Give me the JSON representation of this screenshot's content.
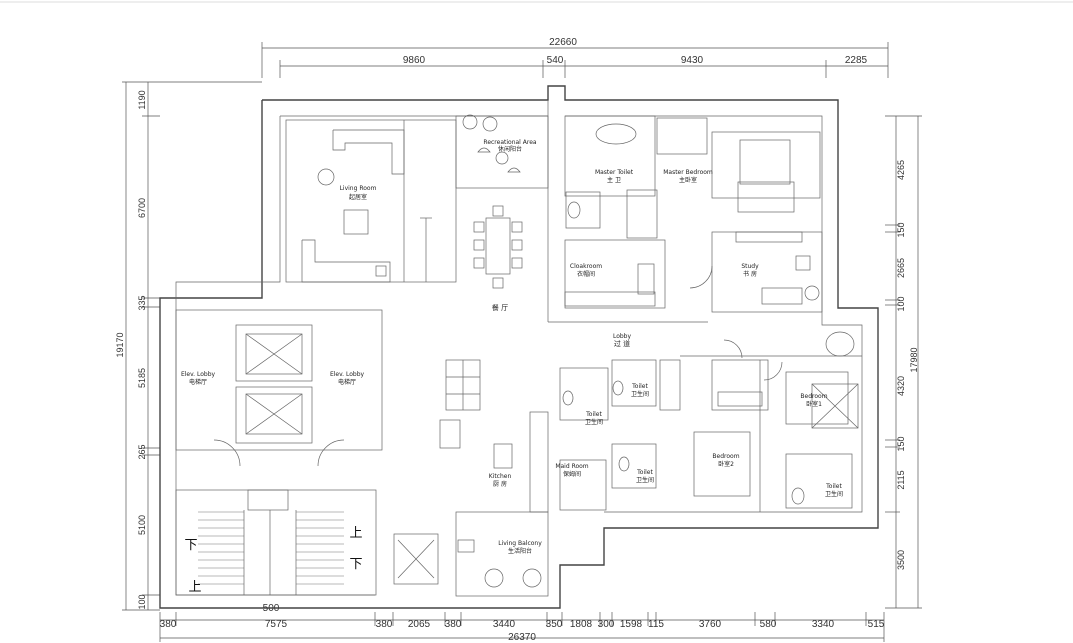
{
  "dimensions": {
    "top_total": "22660",
    "top": [
      "9860",
      "540",
      "9430",
      "2285"
    ],
    "bottom_total": "26370",
    "bottom": [
      "380",
      "7575",
      "380",
      "2065",
      "380",
      "3440",
      "350",
      "1808",
      "300",
      "1598",
      "115",
      "3760",
      "580",
      "3340",
      "515"
    ],
    "stair_width": "500",
    "left_total": "19170",
    "left": [
      "1190",
      "6700",
      "335",
      "5185",
      "265",
      "5100",
      "100"
    ],
    "right_total": "17980",
    "right": [
      "4265",
      "150",
      "2665",
      "100",
      "4320",
      "150",
      "2115",
      "3500"
    ]
  },
  "rooms": {
    "living": {
      "en": "Living Room",
      "cn": "起居室"
    },
    "leisure": {
      "en": "Recreational Area",
      "cn": "休闲阳台"
    },
    "dining": {
      "cn": "餐 厅"
    },
    "master_bath": {
      "en": "Master Toilet",
      "cn": "主 卫"
    },
    "master_bed": {
      "en": "Master Bedroom",
      "cn": "主卧室"
    },
    "cloak": {
      "en": "Cloakroom",
      "cn": "衣帽间"
    },
    "study": {
      "en": "Study",
      "cn": "书 房"
    },
    "corridor": {
      "en": "Lobby",
      "cn": "过 道"
    },
    "elevator_left": {
      "en": "Elev. Lobby",
      "cn": "电梯厅"
    },
    "elevator_right": {
      "en": "Elev. Lobby",
      "cn": "电梯厅"
    },
    "bath1": {
      "en": "Toilet",
      "cn": "卫生间"
    },
    "bath2": {
      "en": "Toilet",
      "cn": "卫生间"
    },
    "bath3": {
      "en": "Toilet",
      "cn": "卫生间"
    },
    "bath4": {
      "en": "Toilet",
      "cn": "卫生间"
    },
    "bedroom1": {
      "en": "Bedroom",
      "cn": "卧室1"
    },
    "bedroom2": {
      "en": "Bedroom",
      "cn": "卧室2"
    },
    "kitchen": {
      "en": "Kitchen",
      "cn": "厨 房"
    },
    "maid": {
      "en": "Maid Room",
      "cn": "保姆间"
    },
    "balcony": {
      "en": "Living Balcony",
      "cn": "生活阳台"
    }
  },
  "stairs": {
    "up": "上",
    "down": "下"
  }
}
